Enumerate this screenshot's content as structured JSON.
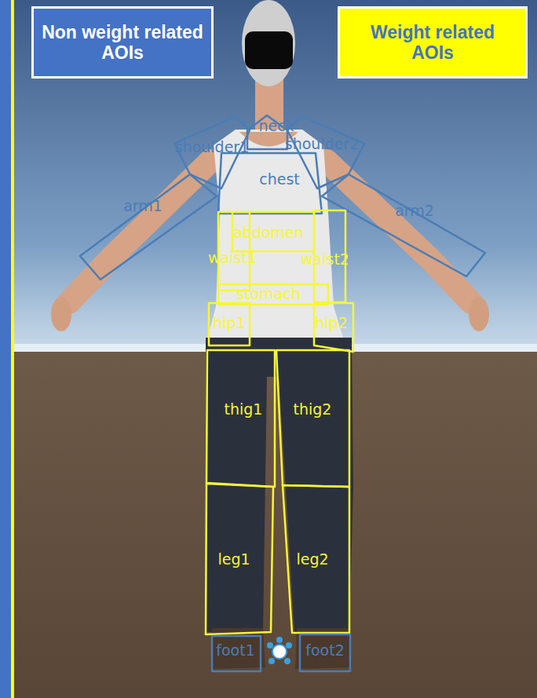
{
  "diagram": {
    "nodes": [
      {
        "text": [
          "neck"
        ]
      },
      {
        "text": [
          "shoulder1"
        ]
      },
      {
        "text": [
          "shoulder2"
        ]
      },
      {
        "text": [
          "chest"
        ]
      },
      {
        "text": [
          "arm1"
        ]
      },
      {
        "text": [
          "arm2"
        ]
      },
      {
        "text": [
          "abdomen"
        ]
      },
      {
        "text": [
          "waist1"
        ]
      },
      {
        "text": [
          "waist2"
        ]
      },
      {
        "text": [
          "stomach"
        ]
      },
      {
        "text": [
          "hip1"
        ]
      },
      {
        "text": [
          "hip2"
        ]
      },
      {
        "text": [
          "thig1"
        ]
      },
      {
        "text": [
          "thig2"
        ]
      },
      {
        "text": [
          "leg1"
        ]
      },
      {
        "text": [
          "leg2"
        ]
      },
      {
        "text": [
          "foot1"
        ]
      },
      {
        "text": [
          "foot2"
        ]
      }
    ],
    "legend": [
      {
        "text": "Non weight related AOIs",
        "color": "#4472c4"
      },
      {
        "text": "Weight related AOIs",
        "color": "#ffff00"
      }
    ]
  }
}
